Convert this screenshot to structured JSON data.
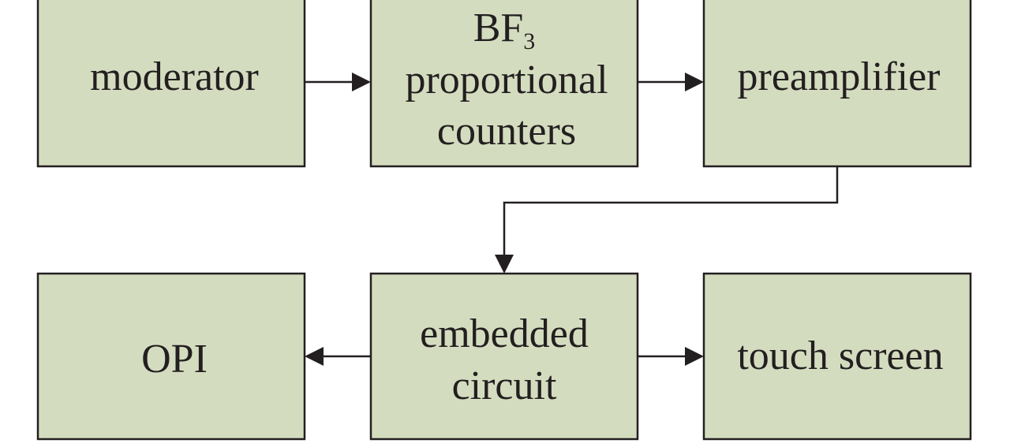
{
  "diagram": {
    "nodes": {
      "moderator": {
        "label": "moderator"
      },
      "bf3_counters": {
        "line1_main": "BF",
        "line1_sub": "3",
        "line2": "proportional",
        "line3": "counters"
      },
      "preamplifier": {
        "label": "preamplifier"
      },
      "opi": {
        "label": "OPI"
      },
      "embedded_circuit": {
        "line1": "embedded",
        "line2": "circuit"
      },
      "touch_screen": {
        "label": "touch screen"
      }
    },
    "edges": [
      {
        "from": "moderator",
        "to": "bf3_counters"
      },
      {
        "from": "bf3_counters",
        "to": "preamplifier"
      },
      {
        "from": "preamplifier",
        "to": "embedded_circuit"
      },
      {
        "from": "embedded_circuit",
        "to": "opi"
      },
      {
        "from": "embedded_circuit",
        "to": "touch_screen"
      }
    ],
    "colors": {
      "box_fill": "#d4dcbf",
      "stroke": "#231f20",
      "text": "#231f20"
    }
  }
}
